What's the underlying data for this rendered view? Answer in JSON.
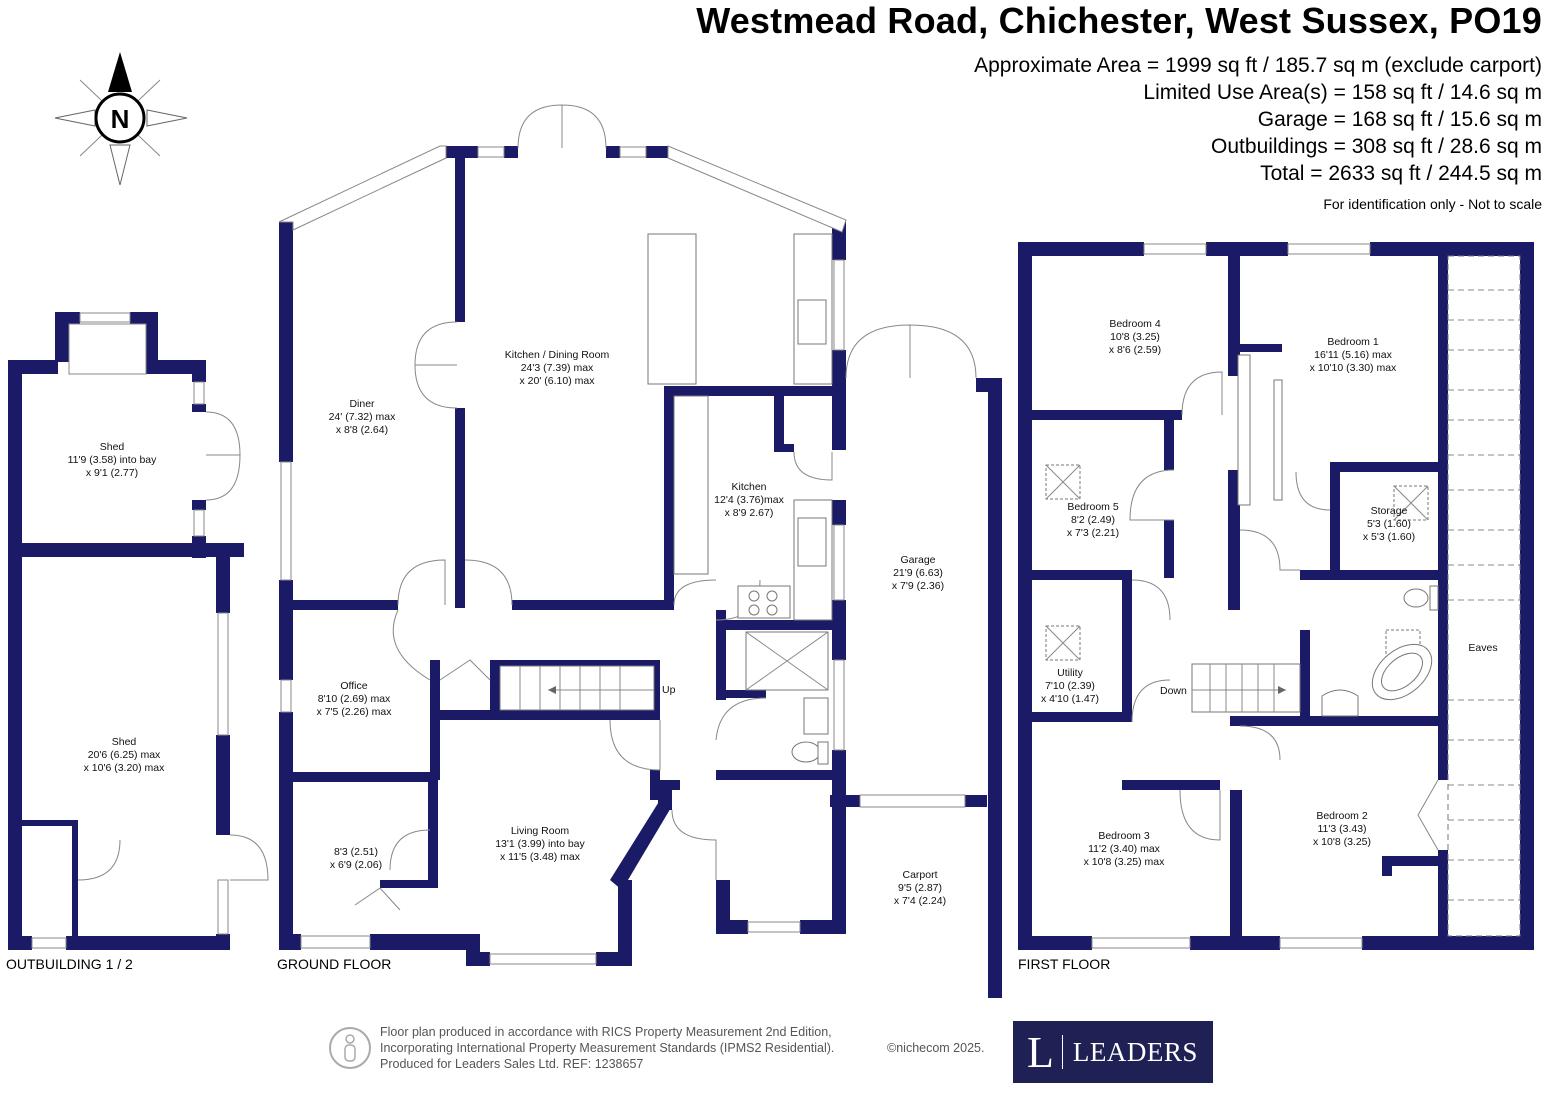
{
  "header": {
    "title": "Westmead Road, Chichester, West Sussex, PO19",
    "areas": [
      "Approximate Area = 1999 sq ft / 185.7 sq m (exclude carport)",
      "Limited Use Area(s) = 158 sq ft / 14.6 sq m",
      "Garage = 168 sq ft / 15.6 sq m",
      "Outbuildings = 308 sq ft / 28.6 sq m",
      "Total = 2633 sq ft / 244.5 sq m"
    ],
    "note": "For identification only - Not to scale"
  },
  "compass": {
    "label": "N"
  },
  "floors": {
    "outbuilding": "OUTBUILDING 1 / 2",
    "ground": "GROUND FLOOR",
    "first": "FIRST FLOOR"
  },
  "rooms": {
    "shed_top": [
      "Shed",
      "11'9 (3.58) into bay",
      "x 9'1 (2.77)"
    ],
    "shed_bottom": [
      "Shed",
      "20'6 (6.25) max",
      "x 10'6 (3.20) max"
    ],
    "diner": [
      "Diner",
      "24' (7.32) max",
      "x 8'8 (2.64)"
    ],
    "kitchen_dining": [
      "Kitchen / Dining Room",
      "24'3 (7.39) max",
      "x 20' (6.10) max"
    ],
    "kitchen": [
      "Kitchen",
      "12'4 (3.76)max",
      "x 8'9 2.67)"
    ],
    "garage": [
      "Garage",
      "21'9 (6.63)",
      "x 7'9 (2.36)"
    ],
    "office": [
      "Office",
      "8'10 (2.69) max",
      "x 7'5 (2.26) max"
    ],
    "small_room": [
      "8'3 (2.51)",
      "x 6'9 (2.06)"
    ],
    "living": [
      "Living Room",
      "13'1 (3.99) into bay",
      "x 11'5 (3.48) max"
    ],
    "carport": [
      "Carport",
      "9'5 (2.87)",
      "x 7'4 (2.24)"
    ],
    "bedroom4": [
      "Bedroom 4",
      "10'8 (3.25)",
      "x 8'6 (2.59)"
    ],
    "bedroom1": [
      "Bedroom 1",
      "16'11 (5.16) max",
      "x 10'10 (3.30) max"
    ],
    "bedroom5": [
      "Bedroom 5",
      "8'2 (2.49)",
      "x 7'3 (2.21)"
    ],
    "storage": [
      "Storage",
      "5'3 (1.60)",
      "x 5'3 (1.60)"
    ],
    "utility": [
      "Utility",
      "7'10 (2.39)",
      "x 4'10 (1.47)"
    ],
    "bedroom3": [
      "Bedroom 3",
      "11'2 (3.40) max",
      "x 10'8 (3.25) max"
    ],
    "bedroom2": [
      "Bedroom 2",
      "11'3 (3.43)",
      "x 10'8 (3.25)"
    ],
    "eaves": [
      "Eaves"
    ]
  },
  "stairs": {
    "up": "Up",
    "down": "Down"
  },
  "footer": {
    "lines": [
      "Floor plan produced in accordance with RICS Property Measurement 2nd Edition,",
      "Incorporating International Property Measurement Standards (IPMS2 Residential).",
      "Produced for Leaders Sales Ltd.   REF:  1238657"
    ],
    "copyright": "©nichecom 2025."
  },
  "logo": {
    "letter": "L",
    "name": "LEADERS"
  },
  "colors": {
    "wall": "#1a1a66",
    "logo_bg": "#1f2154",
    "footer_text": "#555555"
  }
}
